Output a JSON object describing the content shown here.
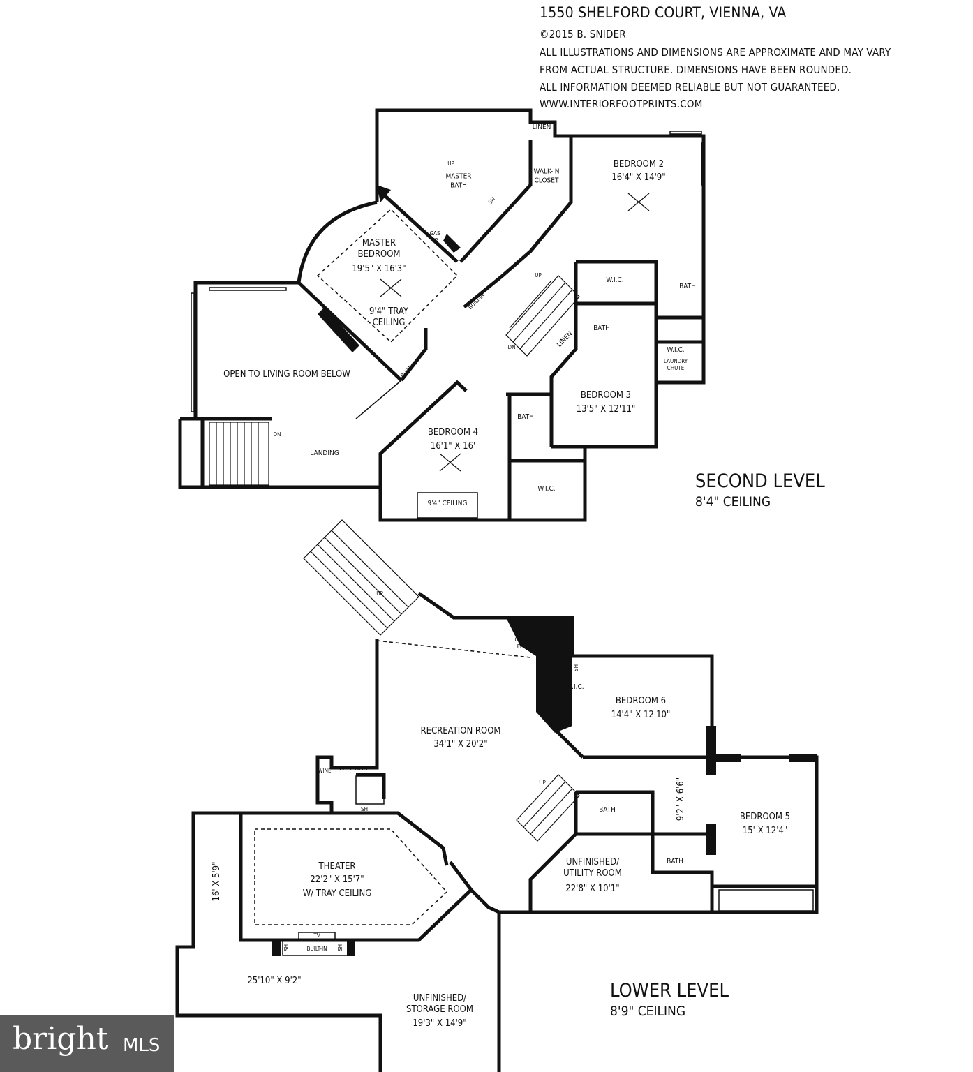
{
  "header": {
    "title": "1550 SHELFORD COURT, VIENNA, VA",
    "copyright": "©2015 B. SNIDER",
    "disclaimer": [
      "ALL ILLUSTRATIONS AND DIMENSIONS ARE APPROXIMATE AND MAY VARY",
      "FROM ACTUAL STRUCTURE. DIMENSIONS HAVE BEEN ROUNDED.",
      "ALL INFORMATION DEEMED RELIABLE BUT NOT GUARANTEED."
    ],
    "website": "WWW.INTERIORFOOTPRINTS.COM"
  },
  "second_level": {
    "title": "SECOND LEVEL",
    "ceiling": "8'4\" CEILING",
    "labels": {
      "master_bath": "MASTER BATH",
      "up_bath": "UP",
      "walk_in_closet": "WALK-IN CLOSET",
      "linen_top": "LINEN",
      "bedroom2": "BEDROOM 2",
      "bedroom2_dim": "16'4\" X 14'9\"",
      "gas_fp": "GAS FP",
      "sh": "SH",
      "master_bedroom": "MASTER BEDROOM",
      "master_bedroom_dim": "19'5\" X 16'3\"",
      "tray_ceiling": "9'4\" TRAY CEILING",
      "built_in_1": "BUILT-IN",
      "built_in_2": "BUILT-IN",
      "up_stair": "UP",
      "dn_stair": "DN",
      "wic_1": "W.I.C.",
      "bath_1": "BATH",
      "bath_2": "BATH",
      "linen_2": "LINEN",
      "wic_2": "W.I.C.",
      "laundry_chute": "LAUNDRY CHUTE",
      "open_to_living": "OPEN TO LIVING ROOM BELOW",
      "bedroom3": "BEDROOM 3",
      "bedroom3_dim": "13'5\" X 12'11\"",
      "bath_3": "BATH",
      "bedroom4": "BEDROOM 4",
      "bedroom4_dim": "16'1\" X 16'",
      "dn_landing": "DN",
      "landing": "LANDING",
      "wic_3": "W.I.C.",
      "ceiling_94": "9'4\" CEILING"
    }
  },
  "lower_level": {
    "title": "LOWER LEVEL",
    "ceiling": "8'9\" CEILING",
    "labels": {
      "up_main": "UP",
      "gas_fp": "GAS FP",
      "sh_1": "SH",
      "wic": "W.I.C.",
      "bedroom6": "BEDROOM 6",
      "bedroom6_dim": "14'4\" X 12'10\"",
      "recreation_room": "RECREATION ROOM",
      "recreation_room_dim": "34'1\" X 20'2\"",
      "wine": "WINE",
      "wet_bar": "WET BAR",
      "sh_2": "SH",
      "up_2": "UP",
      "bath_1": "BATH",
      "hall_dim": "9'2\" X 6'6\"",
      "bedroom5": "BEDROOM 5",
      "bedroom5_dim": "15' X 12'4\"",
      "bath_2": "BATH",
      "theater": "THEATER",
      "theater_dim": "22'2\" X 15'7\"",
      "theater_note": "W/ TRAY CEILING",
      "side_dim": "16' X 5'9\"",
      "utility_room": "UNFINISHED/ UTILITY ROOM",
      "utility_room_dim": "22'8\" X 10'1\"",
      "tv": "TV",
      "built_in": "BUILT-IN",
      "sh_3": "SH",
      "sh_4": "SH",
      "hall_dim_2": "25'10\" X 9'2\"",
      "storage_room": "UNFINISHED/ STORAGE ROOM",
      "storage_room_dim": "19'3\" X 14'9\""
    }
  },
  "logo": {
    "brand": "bright",
    "suffix": "MLS",
    "bg_color": "#5a5a5a"
  }
}
